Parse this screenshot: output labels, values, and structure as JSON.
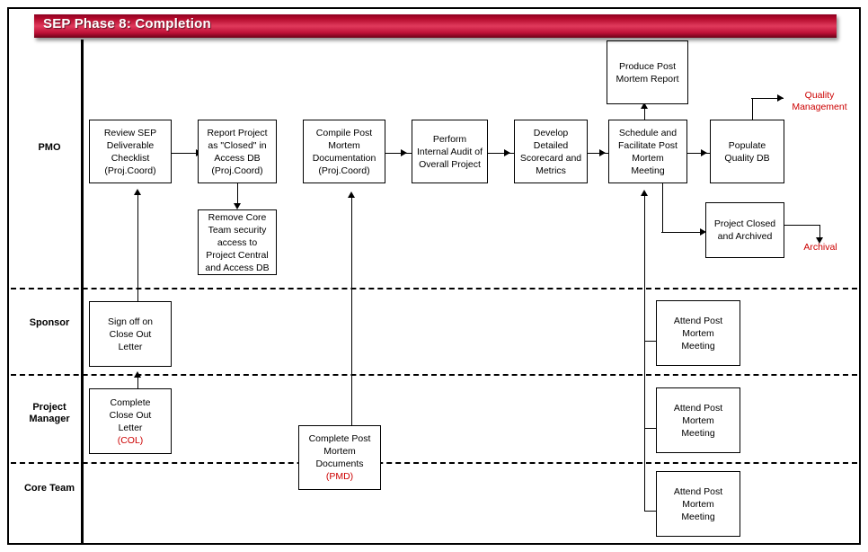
{
  "title": "SEP Phase 8: Completion",
  "lanes": [
    {
      "id": "pmo",
      "label": "PMO"
    },
    {
      "id": "sponsor",
      "label": "Sponsor"
    },
    {
      "id": "project-manager",
      "label": "Project\nManager"
    },
    {
      "id": "core-team",
      "label": "Core\nTeam"
    }
  ],
  "lane_labels": {
    "pmo": "PMO",
    "sponsor": "Sponsor",
    "project_manager_line1": "Project",
    "project_manager_line2": "Manager",
    "core_team_line1": "Core",
    "core_team_line2": "Team"
  },
  "colors": {
    "banner_start": "#8d0020",
    "banner_mid": "#e03a5c",
    "banner_end": "#6b0017",
    "banner_text": "#ffffff",
    "node_border": "#000000",
    "node_fill": "#ffffff",
    "accent_red": "#cc0000",
    "connector": "#000000"
  },
  "nodes": {
    "review_sep": {
      "line1": "Review SEP",
      "line2": "Deliverable",
      "line3": "Checklist",
      "line4": "(Proj.Coord)"
    },
    "report_project": {
      "line1": "Report Project",
      "line2": "as \"Closed\" in",
      "line3": "Access DB",
      "line4": "(Proj.Coord)"
    },
    "remove_security": {
      "line1": "Remove Core",
      "line2": "Team security",
      "line3": "access to",
      "line4": "Project Central",
      "line5": "and Access DB"
    },
    "compile_post": {
      "line1": "Compile Post",
      "line2": "Mortem",
      "line3": "Documentation",
      "line4": "(Proj.Coord)"
    },
    "perform_audit": {
      "line1": "Perform",
      "line2": "Internal Audit of",
      "line3": "Overall Project"
    },
    "develop_scorecard": {
      "line1": "Develop",
      "line2": "Detailed",
      "line3": "Scorecard and",
      "line4": "Metrics"
    },
    "schedule_meeting": {
      "line1": "Schedule and",
      "line2": "Facilitate Post",
      "line3": "Mortem",
      "line4": "Meeting"
    },
    "produce_report": {
      "line1": "Produce Post",
      "line2": "Mortem Report"
    },
    "populate_quality": {
      "line1": "Populate",
      "line2": "Quality DB"
    },
    "project_closed": {
      "line1": "Project Closed",
      "line2": "and Archived"
    },
    "sign_off": {
      "line1": "Sign off on",
      "line2": "Close Out",
      "line3": "Letter"
    },
    "complete_col": {
      "line1": "Complete",
      "line2": "Close Out",
      "line3": "Letter",
      "line4": "(COL)"
    },
    "complete_pmd": {
      "line1": "Complete Post",
      "line2": "Mortem",
      "line3": "Documents",
      "line4": "(PMD)"
    },
    "attend_sponsor": {
      "line1": "Attend Post",
      "line2": "Mortem",
      "line3": "Meeting"
    },
    "attend_pm": {
      "line1": "Attend Post",
      "line2": "Mortem",
      "line3": "Meeting"
    },
    "attend_core": {
      "line1": "Attend Post",
      "line2": "Mortem",
      "line3": "Meeting"
    }
  },
  "external_labels": {
    "quality_management_line1": "Quality",
    "quality_management_line2": "Management",
    "archival": "Archival"
  }
}
